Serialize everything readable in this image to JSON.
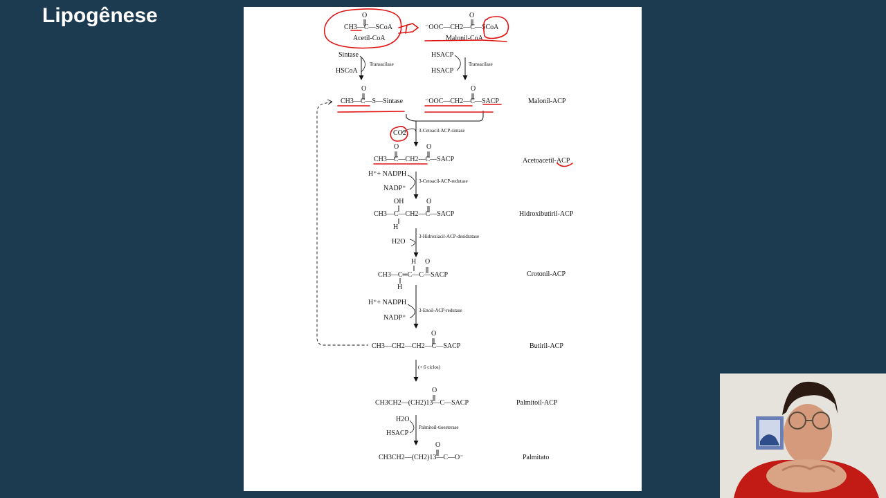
{
  "slide": {
    "title": "Lipogênese"
  },
  "diagram": {
    "acetyl_formula": "CH3—C—SCoA",
    "acetyl_name": "Acetil-CoA",
    "malonyl_formula": "⁻OOC—CH2—C—SCoA",
    "malonyl_name": "Malonil-CoA",
    "left_in": "Sintase",
    "left_out": "HSCoA",
    "left_enzyme": "Transacilase",
    "right_in": "HSACP",
    "right_out": "HSACP",
    "right_enzyme": "Transacilase",
    "acetyl_synthase_formula": "CH3—C—S—Sintase",
    "malonyl_acp_formula": "⁻OOC—CH2—C—SACP",
    "malonyl_acp_name": "Malonil-ACP",
    "co2": "CO2",
    "enzyme1": "3-Cetoacil-ACP-sintase",
    "acetoacetyl_formula": "CH3—C—CH2—C—SACP",
    "acetoacetyl_name": "Acetoacetil-ACP",
    "cof1_in": "H⁺+ NADPH",
    "cof1_out": "NADP⁺",
    "enzyme2": "3-Cetoacil-ACP-redutase",
    "hydroxy_oh": "OH",
    "hydroxy_formula": "CH3—C—CH2—C—SACP",
    "hydroxy_h": "H",
    "hydroxy_name": "Hidroxibutiril-ACP",
    "water": "H2O",
    "enzyme3": "3-Hidroxiacil-ACP-desidratase",
    "croton_h_top": "H",
    "croton_formula": "CH3—C═C—C—SACP",
    "croton_h_bottom": "H",
    "croton_name": "Crotonil-ACP",
    "cof2_in": "H⁺+ NADPH",
    "cof2_out": "NADP⁺",
    "enzyme4": "3-Enoil-ACP-redutase",
    "butyryl_formula": "CH3—CH2—CH2—C—SACP",
    "butyryl_name": "Butiril-ACP",
    "cycles": "(+ 6 ciclos)",
    "palmitoyl_formula": "CH3CH2—(CH2)13—C—SACP",
    "palmitoyl_name": "Palmitoil-ACP",
    "water2": "H2O",
    "hsacp": "HSACP",
    "enzyme5": "Palmitoil-tioesterase",
    "palmitate_formula": "CH3CH2—(CH2)13—C—O⁻",
    "palmitate_name": "Palmitato",
    "carbonyl_o": "O"
  },
  "colors": {
    "background": "#1c3a50",
    "annotation": "#e01010",
    "page": "#ffffff"
  }
}
